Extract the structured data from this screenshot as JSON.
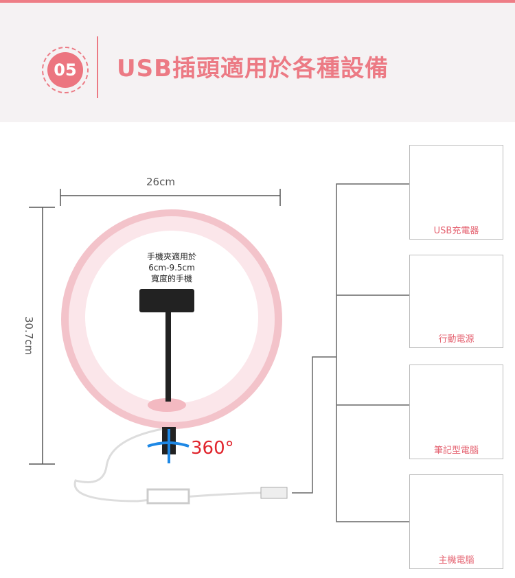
{
  "header": {
    "step": "05",
    "title": "USB插頭適用於各種設備"
  },
  "dimensions": {
    "width": "26cm",
    "height": "30.7cm"
  },
  "product": {
    "clip_note": [
      "手機夾適用於",
      "6cm-9.5cm",
      "寬度的手機"
    ],
    "rotation": "360°"
  },
  "devices": [
    {
      "label": "USB充電器",
      "icon": "usb-charger"
    },
    {
      "label": "行動電源",
      "icon": "power-bank"
    },
    {
      "label": "筆記型電腦",
      "icon": "laptop"
    },
    {
      "label": "主機電腦",
      "icon": "desktop-tower"
    }
  ],
  "colors": {
    "accent": "#ec7a84",
    "ring": "#f4c6cc"
  }
}
